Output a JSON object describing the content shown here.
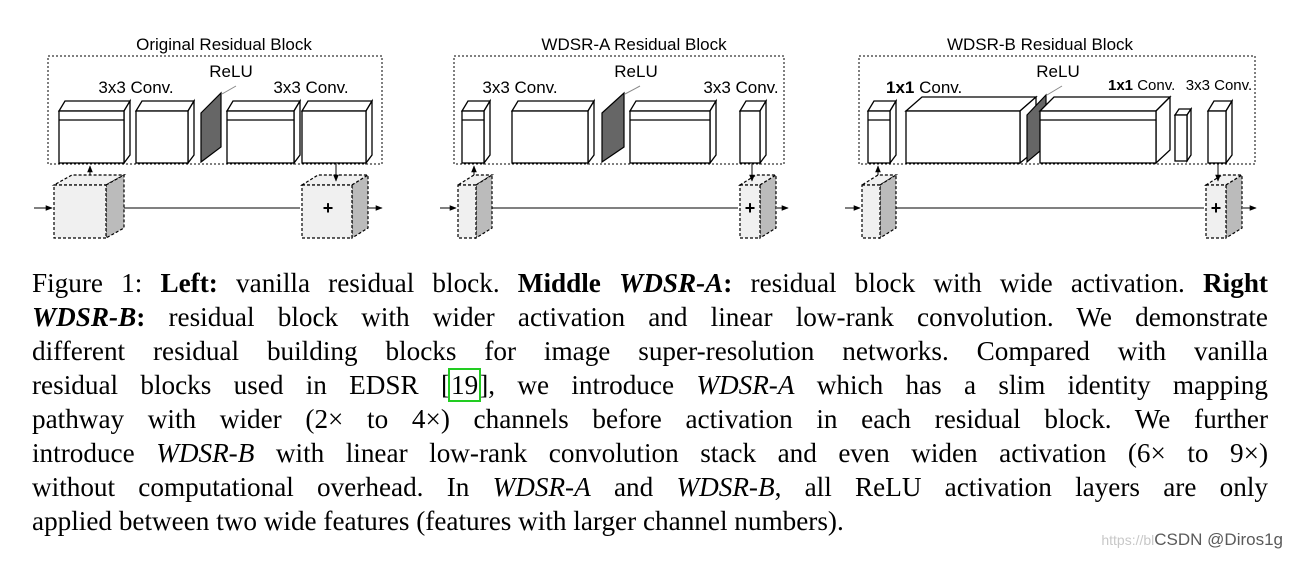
{
  "figure": {
    "panels": [
      {
        "title": "Original Residual Block",
        "labels": {
          "conv1": "3x3 Conv.",
          "relu": "ReLU",
          "conv2": "3x3 Conv."
        }
      },
      {
        "title": "WDSR-A Residual Block",
        "labels": {
          "conv1": "3x3 Conv.",
          "relu": "ReLU",
          "conv2": "3x3 Conv."
        }
      },
      {
        "title": "WDSR-B Residual Block",
        "labels": {
          "conv1_bold": "1x1",
          "conv1_rest": " Conv.",
          "relu": "ReLU",
          "conv2_bold": "1x1",
          "conv2_rest": " Conv.",
          "conv3": "3x3 Conv."
        }
      }
    ],
    "plus_sign": "+"
  },
  "caption": {
    "l1_a": "Figure 1: ",
    "l1_b": "Left:",
    "l1_c": " vanilla residual block. ",
    "l1_d": "Middle ",
    "l1_e": "WDSR-A",
    "l1_f": ":",
    "l1_g": " residual block with wide activation. ",
    "l1_h": "Right",
    "l2_a": "WDSR-B",
    "l2_b": ":",
    "l2_c": " residual block with wider activation and linear low-rank convolution. We demonstrate",
    "l3": "different residual building blocks for image super-resolution networks.  Compared with vanilla",
    "l4_a": "residual blocks used in EDSR [",
    "l4_cite": "19",
    "l4_b": "], we introduce ",
    "l4_c": "WDSR-A",
    "l4_d": " which has a slim identity mapping",
    "l5": "pathway with wider (2× to 4×) channels before activation in each residual block.  We further",
    "l6_a": "introduce ",
    "l6_b": "WDSR-B",
    "l6_c": " with linear low-rank convolution stack and even widen activation (6× to 9×)",
    "l7_a": "without computational overhead.  In ",
    "l7_b": "WDSR-A",
    "l7_c": " and ",
    "l7_d": "WDSR-B",
    "l7_e": ", all ReLU activation layers are only",
    "l8": "applied between two wide features (features with larger channel numbers)."
  },
  "watermark": {
    "url": "https://bl",
    "name": "CSDN @Diros1g"
  }
}
